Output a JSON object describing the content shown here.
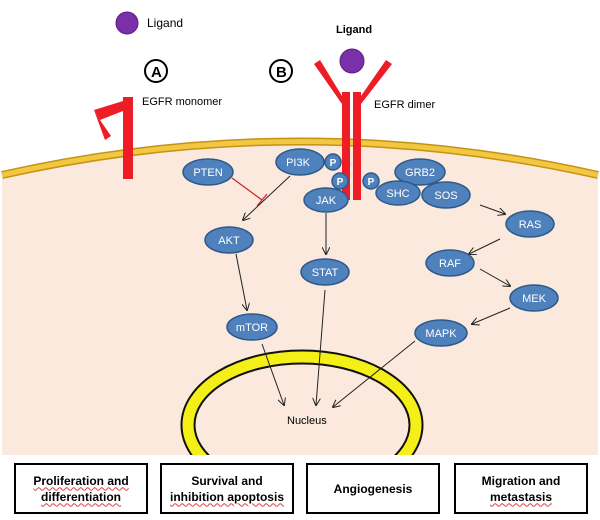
{
  "ligand_legend": "Ligand",
  "ligand_top": "Ligand",
  "label_a": "A",
  "label_b": "B",
  "egfr_monomer": "EGFR monomer",
  "egfr_dimer": "EGFR dimer",
  "nodes": {
    "pten": "PTEN",
    "pi3k": "PI3K",
    "akt": "AKT",
    "mtor": "mTOR",
    "jak": "JAK",
    "stat": "STAT",
    "shc": "SHC",
    "grb2": "GRB2",
    "sos": "SOS",
    "ras": "RAS",
    "raf": "RAF",
    "mek": "MEK",
    "mapk": "MAPK",
    "p": "P"
  },
  "nucleus": "Nucleus",
  "outcomes": [
    {
      "line1": "Proliferation and",
      "line2": "differentiation"
    },
    {
      "line1": "Survival and",
      "line2": "inhibition apoptosis"
    },
    {
      "line1": "Angiogenesis",
      "line2": ""
    },
    {
      "line1": "Migration and",
      "line2": "metastasis"
    }
  ],
  "colors": {
    "receptor": "#ee1c24",
    "ligand": "#7b2fa8",
    "node_fill": "#4f81bd",
    "node_stroke": "#2e5a8a",
    "cell_fill": "#fbe9dd",
    "membrane": "#e8b51c",
    "nucleus_ring": "#f5ef18",
    "inhibit": "#d02020"
  }
}
